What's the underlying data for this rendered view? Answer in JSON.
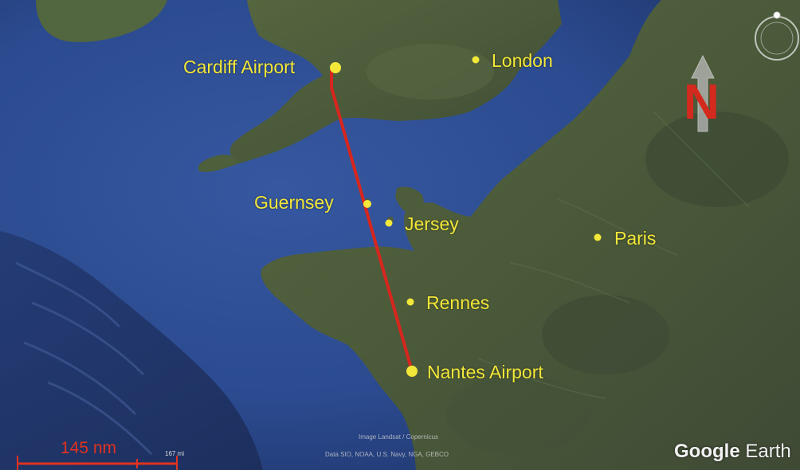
{
  "places": [
    {
      "name": "Cardiff Airport"
    },
    {
      "name": "London"
    },
    {
      "name": "Guernsey"
    },
    {
      "name": "Jersey"
    },
    {
      "name": "Paris"
    },
    {
      "name": "Rennes"
    },
    {
      "name": "Nantes Airport"
    }
  ],
  "compass": {
    "north_label": "N"
  },
  "scale": {
    "label": "145 nm",
    "small_label": "167 mi"
  },
  "attribution": {
    "line1": "Image Landsat / Copernicus",
    "line2": "Data SIO, NOAA, U.S. Navy, NGA, GEBCO",
    "brand_main": "Google",
    "brand_sub": "Earth"
  },
  "colors": {
    "sea": "#2b4a8f",
    "land": "#4a5a3c",
    "label": "#f3e83a",
    "route": "#d7261e",
    "north": "#d42a1e"
  }
}
